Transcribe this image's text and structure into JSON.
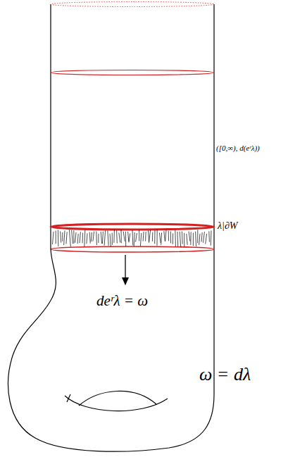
{
  "diagram": {
    "labels": [
      "([0,∞), d(eʳλ))",
      "λ|∂W",
      "deʳλ = ω",
      "ω = dλ"
    ]
  }
}
